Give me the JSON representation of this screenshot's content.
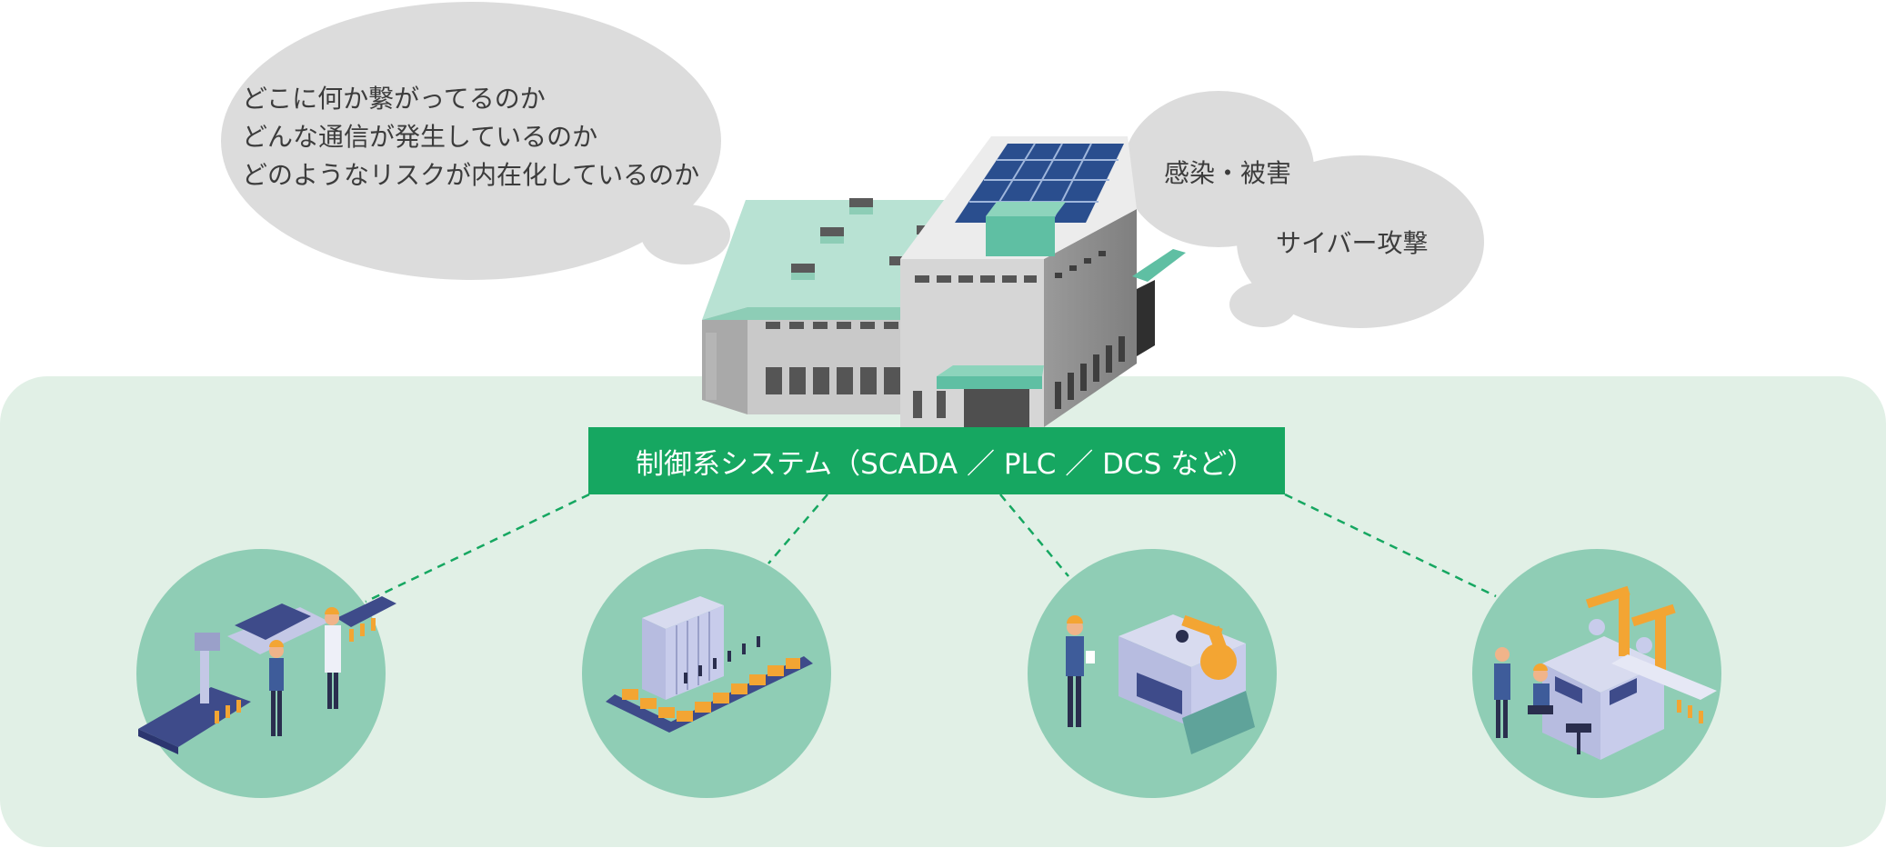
{
  "thought_bubble_main": {
    "lines": [
      "どこに何か繋がってるのか",
      "どんな通信が発生しているのか",
      "どのようなリスクが内在化しているのか"
    ]
  },
  "thought_bubble_right": {
    "line_1": "感染・被害",
    "line_2": "サイバー攻撃"
  },
  "control_system": {
    "label": "制御系システム（SCADA ／ PLC ／ DCS など）"
  },
  "colors": {
    "panel_bg": "#e1f0e6",
    "system_box": "#16a761",
    "circle": "#8fcdb5",
    "bubble": "#dcdcdc",
    "roof_green": "#b8e2d3",
    "dashed_line": "#16a761"
  },
  "icons": {
    "factory": "factory-building-icon",
    "station_1": "conveyor-workers-icon",
    "station_2": "server-conveyor-icon",
    "station_3": "robot-arm-machine-icon",
    "station_4": "control-room-robots-icon"
  }
}
